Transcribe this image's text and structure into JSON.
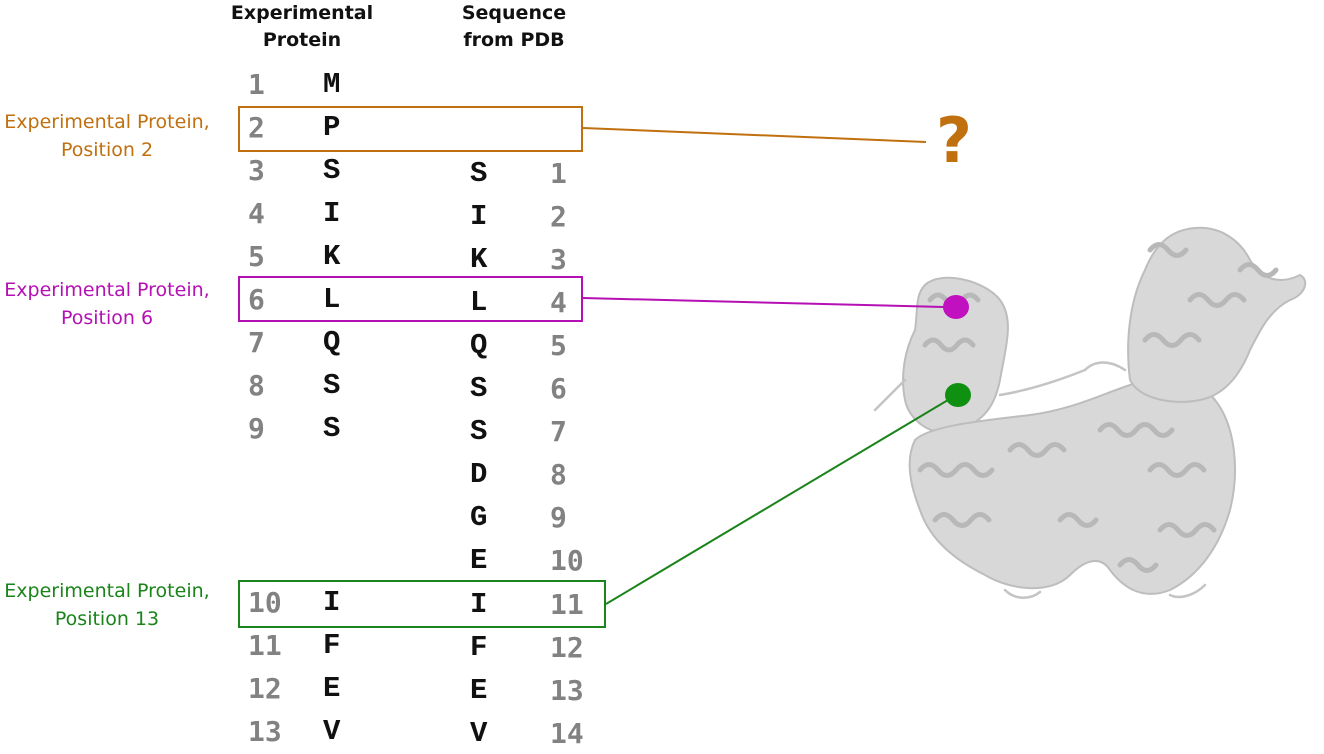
{
  "headers": {
    "experimental": [
      "Experimental",
      "Protein"
    ],
    "pdb": [
      "Sequence",
      "from PDB"
    ]
  },
  "experimental_sequence": [
    {
      "num": "1",
      "res": "M"
    },
    {
      "num": "2",
      "res": "P"
    },
    {
      "num": "3",
      "res": "S"
    },
    {
      "num": "4",
      "res": "I"
    },
    {
      "num": "5",
      "res": "K"
    },
    {
      "num": "6",
      "res": "L"
    },
    {
      "num": "7",
      "res": "Q"
    },
    {
      "num": "8",
      "res": "S"
    },
    {
      "num": "9",
      "res": "S"
    },
    {
      "num": "10",
      "res": "I"
    },
    {
      "num": "11",
      "res": "F"
    },
    {
      "num": "12",
      "res": "E"
    },
    {
      "num": "13",
      "res": "V"
    }
  ],
  "pdb_sequence": [
    {
      "num": "1",
      "res": "S"
    },
    {
      "num": "2",
      "res": "I"
    },
    {
      "num": "3",
      "res": "K"
    },
    {
      "num": "4",
      "res": "L"
    },
    {
      "num": "5",
      "res": "Q"
    },
    {
      "num": "6",
      "res": "S"
    },
    {
      "num": "7",
      "res": "S"
    },
    {
      "num": "8",
      "res": "D"
    },
    {
      "num": "9",
      "res": "G"
    },
    {
      "num": "10",
      "res": "E"
    },
    {
      "num": "11",
      "res": "I"
    },
    {
      "num": "12",
      "res": "F"
    },
    {
      "num": "13",
      "res": "E"
    },
    {
      "num": "14",
      "res": "V"
    }
  ],
  "callouts": [
    {
      "lines": [
        "Experimental Protein,",
        "Position 2"
      ],
      "color": "#c0700f"
    },
    {
      "lines": [
        "Experimental Protein,",
        "Position 6"
      ],
      "color": "#b410b4"
    },
    {
      "lines": [
        "Experimental Protein,",
        "Position 13"
      ],
      "color": "#1a841a"
    }
  ],
  "unmapped_marker": "?",
  "colors": {
    "position2": "#c0700f",
    "position6": "#b410b4",
    "position13": "#1a841a",
    "residue_number": "#828282",
    "residue_letter": "#111111",
    "protein_structure": "#c8c8c8"
  }
}
